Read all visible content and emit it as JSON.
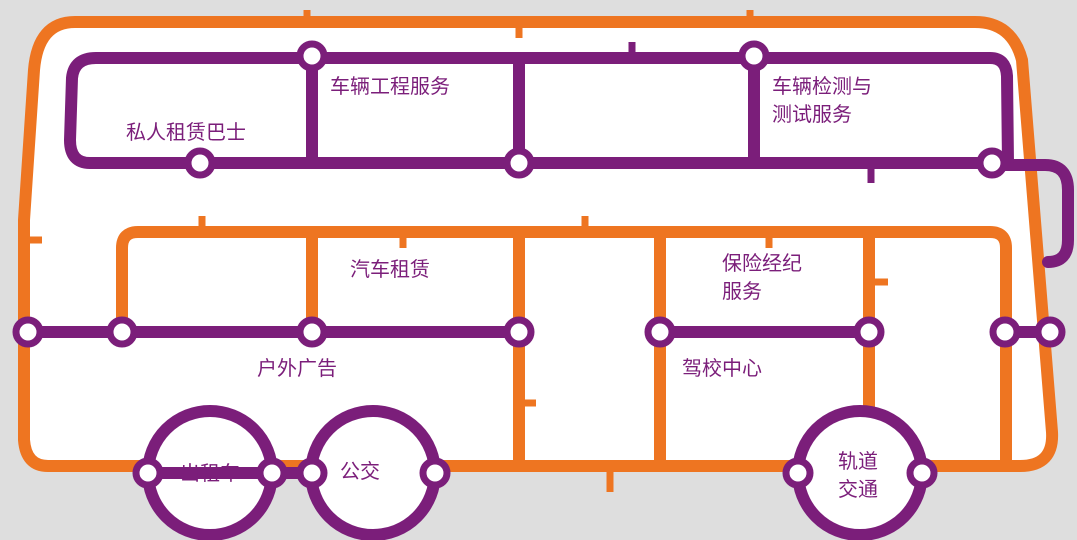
{
  "colors": {
    "background": "#dedede",
    "bus_body": "#ffffff",
    "orange_line": "#ee7521",
    "purple_line": "#7b1e7a",
    "station_fill": "#ffffff"
  },
  "labels": {
    "private_bus": "私人租赁巴士",
    "vehicle_engineering": "车辆工程服务",
    "vehicle_testing_line1": "车辆检测与",
    "vehicle_testing_line2": "测试服务",
    "car_rental": "汽车租赁",
    "insurance_line1": "保险经纪",
    "insurance_line2": "服务",
    "outdoor_ads": "户外广告",
    "driving_school": "驾校中心"
  },
  "wheels": {
    "taxi": "出租车",
    "bus": "公交",
    "rail_line1": "轨道",
    "rail_line2": "交通"
  }
}
